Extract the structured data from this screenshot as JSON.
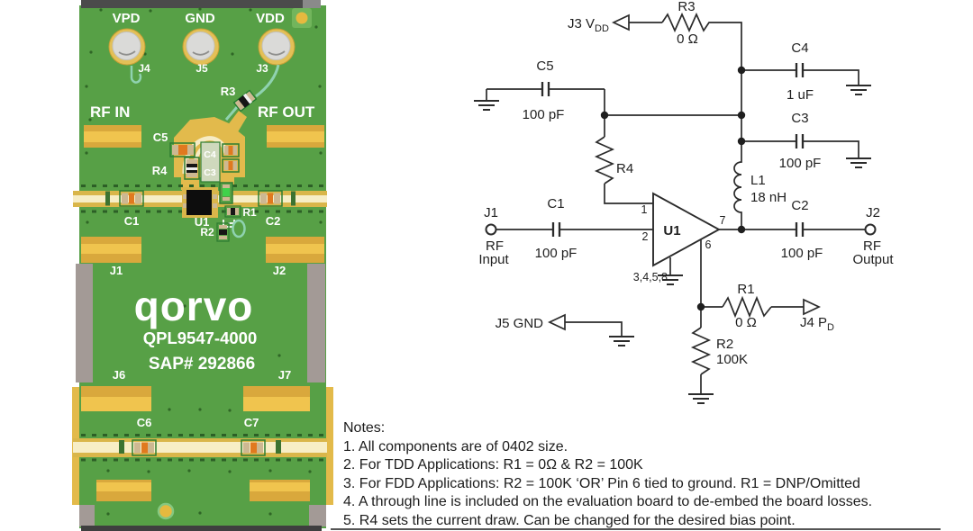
{
  "pcb": {
    "tp_vpd": "VPD",
    "tp_gnd": "GND",
    "tp_vdd": "VDD",
    "j4": "J4",
    "j5": "J5",
    "j3": "J3",
    "r3": "R3",
    "rf_in": "RF IN",
    "rf_out": "RF OUT",
    "c5": "C5",
    "r4": "R4",
    "c4": "C4",
    "c3": "C3",
    "c1": "C1",
    "u1": "U1",
    "c2": "C2",
    "r1": "R1",
    "r2": "R2",
    "j1": "J1",
    "j2": "J2",
    "j6": "J6",
    "j7": "J7",
    "c6": "C6",
    "c7": "C7",
    "logo": "qorvo",
    "part_number": "QPL9547-4000",
    "sap_number": "SAP# 292866",
    "colors": {
      "board_green": "#57a046",
      "pad_gold": "#d9b64a",
      "trace_cream": "#f7eec6",
      "silkscreen": "#ffffff"
    }
  },
  "schematic": {
    "j3_vdd": {
      "prefix": "J3 V",
      "sub": "DD"
    },
    "j5_gnd": "J5 GND",
    "j4_pd": {
      "prefix": "J4 P",
      "sub": "D"
    },
    "j1": {
      "ref": "J1",
      "line1": "RF",
      "line2": "Input"
    },
    "j2": {
      "ref": "J2",
      "line1": "RF",
      "line2": "Output"
    },
    "r3": {
      "ref": "R3",
      "value": "0 Ω"
    },
    "c4": {
      "ref": "C4",
      "value": "1 uF"
    },
    "c3": {
      "ref": "C3",
      "value": "100 pF"
    },
    "c5": {
      "ref": "C5",
      "value": "100 pF"
    },
    "r4": {
      "ref": "R4"
    },
    "l1": {
      "ref": "L1",
      "value": "18 nH"
    },
    "c1": {
      "ref": "C1",
      "value": "100 pF"
    },
    "c2": {
      "ref": "C2",
      "value": "100 pF"
    },
    "u1": {
      "ref": "U1",
      "pin1": "1",
      "pin2": "2",
      "pin6": "6",
      "pin7": "7",
      "gnd_pins": "3,4,5,8"
    },
    "r1": {
      "ref": "R1",
      "value": "0 Ω"
    },
    "r2": {
      "ref": "R2",
      "value": "100K"
    }
  },
  "notes": {
    "title": "Notes:",
    "items": [
      "1. All components are of 0402 size.",
      "2. For TDD Applications: R1 = 0Ω & R2 = 100K",
      "3. For FDD Applications: R2 = 100K ‘OR’ Pin 6 tied to ground. R1 = DNP/Omitted",
      "4. A through line is included on the evaluation board to de-embed the board losses.",
      "5. R4 sets the current draw. Can be changed for the desired bias point."
    ]
  }
}
